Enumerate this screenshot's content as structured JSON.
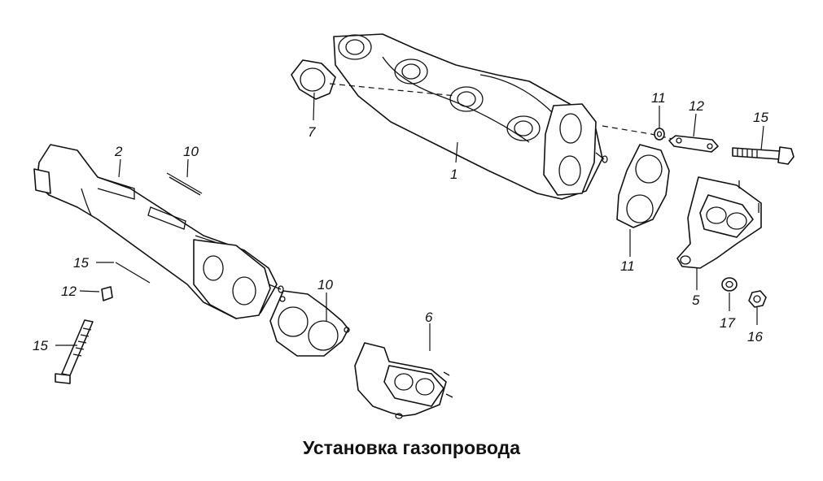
{
  "caption": "Установка газопровода",
  "callouts": [
    {
      "id": "c1",
      "text": "1"
    },
    {
      "id": "c2",
      "text": "2"
    },
    {
      "id": "c5",
      "text": "5"
    },
    {
      "id": "c6",
      "text": "6"
    },
    {
      "id": "c7a",
      "text": "7"
    },
    {
      "id": "c7b",
      "text": "7"
    },
    {
      "id": "c10a",
      "text": "10"
    },
    {
      "id": "c10b",
      "text": "10"
    },
    {
      "id": "c11a",
      "text": "11"
    },
    {
      "id": "c11b",
      "text": "11"
    },
    {
      "id": "c12a",
      "text": "12"
    },
    {
      "id": "c12b",
      "text": "12"
    },
    {
      "id": "c15a",
      "text": "15"
    },
    {
      "id": "c15b",
      "text": "15"
    },
    {
      "id": "c16",
      "text": "16"
    },
    {
      "id": "c17",
      "text": "17"
    }
  ],
  "colors": {
    "line": "#111111",
    "background": "#ffffff"
  }
}
